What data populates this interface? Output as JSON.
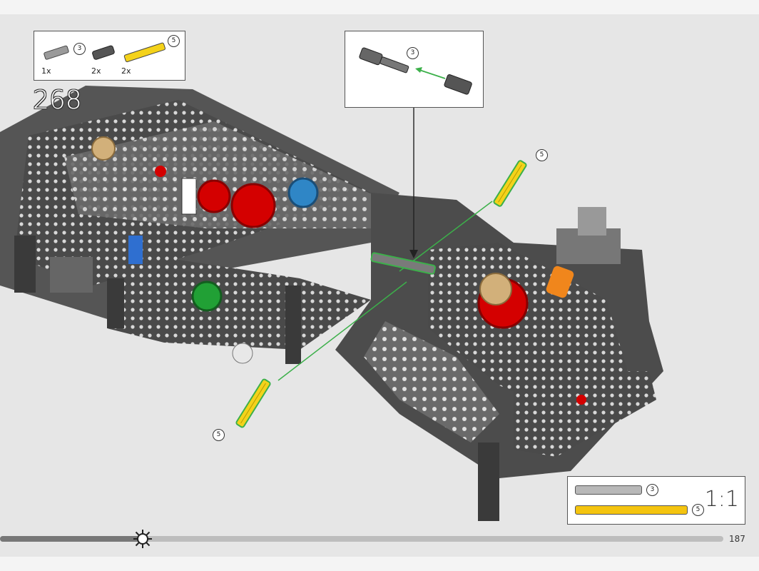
{
  "step": {
    "number": "268"
  },
  "parts_list": {
    "items": [
      {
        "quantity": "1x",
        "size": "3",
        "color": "#9a9a9a"
      },
      {
        "quantity": "2x",
        "size": "",
        "color": "#555555"
      },
      {
        "quantity": "2x",
        "size": "5",
        "color": "#f4d21a"
      }
    ]
  },
  "sub_assembly": {
    "part_size": "3",
    "arrow_color": "#3cb04a"
  },
  "callouts": [
    {
      "label": "5"
    },
    {
      "label": "5"
    }
  ],
  "scale_reference": {
    "label": "1:1",
    "rods": [
      {
        "size": "3",
        "color": "#b8b8b8"
      },
      {
        "size": "5",
        "color": "#f4c40f"
      }
    ]
  },
  "page": {
    "number": "187"
  },
  "progress": {
    "fraction": 0.197
  }
}
